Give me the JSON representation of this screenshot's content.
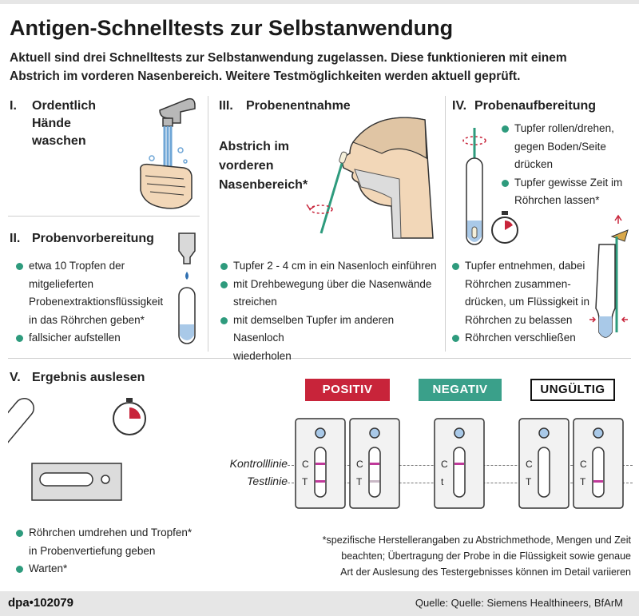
{
  "title": "Antigen-Schnelltests zur Selbstanwendung",
  "subtitle_lines": [
    "Aktuell sind drei Schnelltests zur Selbstanwendung zugelassen. Diese funktionieren mit einem",
    "Abstrich im vorderen Nasenbereich. Weitere Testmöglichkeiten werden aktuell geprüft."
  ],
  "sections": {
    "s1": {
      "num": "I.",
      "title_lines": [
        "Ordentlich",
        "Hände",
        "waschen"
      ]
    },
    "s2": {
      "num": "II.",
      "title": "Probenvorbereitung",
      "bullets": [
        {
          "lines": [
            "etwa 10 Tropfen der",
            "mitgelieferten",
            "Probenextraktionsflüssigkeit",
            "in das Röhrchen geben*"
          ]
        },
        {
          "lines": [
            "fallsicher aufstellen"
          ]
        }
      ]
    },
    "s3": {
      "num": "III.",
      "title": "Probenentnahme",
      "caption_lines": [
        "Abstrich im",
        "vorderen",
        "Nasenbereich*"
      ],
      "bullets": [
        {
          "lines": [
            "Tupfer 2 - 4 cm in ein Nasenloch einführen"
          ]
        },
        {
          "lines": [
            "mit Drehbewegung über die Nasenwände",
            "streichen"
          ]
        },
        {
          "lines": [
            "mit demselben Tupfer im anderen Nasenloch",
            "wiederholen"
          ]
        }
      ]
    },
    "s4": {
      "num": "IV.",
      "title": "Probenaufbereitung",
      "bullets_top": [
        {
          "lines": [
            "Tupfer rollen/drehen,",
            "gegen Boden/Seite",
            "drücken"
          ]
        },
        {
          "lines": [
            "Tupfer gewisse Zeit im",
            "Röhrchen lassen*"
          ]
        }
      ],
      "bullets_bottom": [
        {
          "lines": [
            "Tupfer entnehmen, dabei",
            "Röhrchen zusammen-",
            "drücken, um Flüssigkeit in",
            "Röhrchen zu belassen"
          ]
        },
        {
          "lines": [
            "Röhrchen verschließen"
          ]
        }
      ]
    },
    "s5": {
      "num": "V.",
      "title": "Ergebnis auslesen",
      "bullets": [
        {
          "lines": [
            "Röhrchen umdrehen und Tropfen*",
            "in Probenvertiefung geben"
          ]
        },
        {
          "lines": [
            "Warten*"
          ]
        }
      ]
    }
  },
  "results": {
    "positive_label": "POSITIV",
    "negative_label": "NEGATIV",
    "invalid_label": "UNGÜLTIG",
    "control_line_label": "Kontrolllinie",
    "test_line_label": "Testlinie",
    "cassettes": [
      {
        "c": "C",
        "t": "T",
        "control": true,
        "test": true
      },
      {
        "c": "C",
        "t": "T",
        "control": true,
        "test": "faint"
      },
      {
        "c": "C",
        "t": "t",
        "control": true,
        "test": false
      },
      {
        "c": "C",
        "t": "T",
        "control": false,
        "test": false
      },
      {
        "c": "C",
        "t": "T",
        "control": false,
        "test": true
      }
    ]
  },
  "footnote_lines": [
    "*spezifische Herstellerangaben zu Abstrichmethode, Mengen und Zeit",
    "beachten; Übertragung der Probe in die Flüssigkeit sowie genaue",
    "Art der Auslesung des Testergebnisses können im Detail variieren"
  ],
  "footer": {
    "brand": "dpa•102079",
    "source": "Quelle: Quelle: Siemens Healthineers, BfArM"
  },
  "colors": {
    "accent_green": "#2e9b7d",
    "positive_red": "#c8243a",
    "negative_teal": "#3aa08a",
    "liquid_blue": "#a9c9e8",
    "test_line": "#c0399a"
  }
}
